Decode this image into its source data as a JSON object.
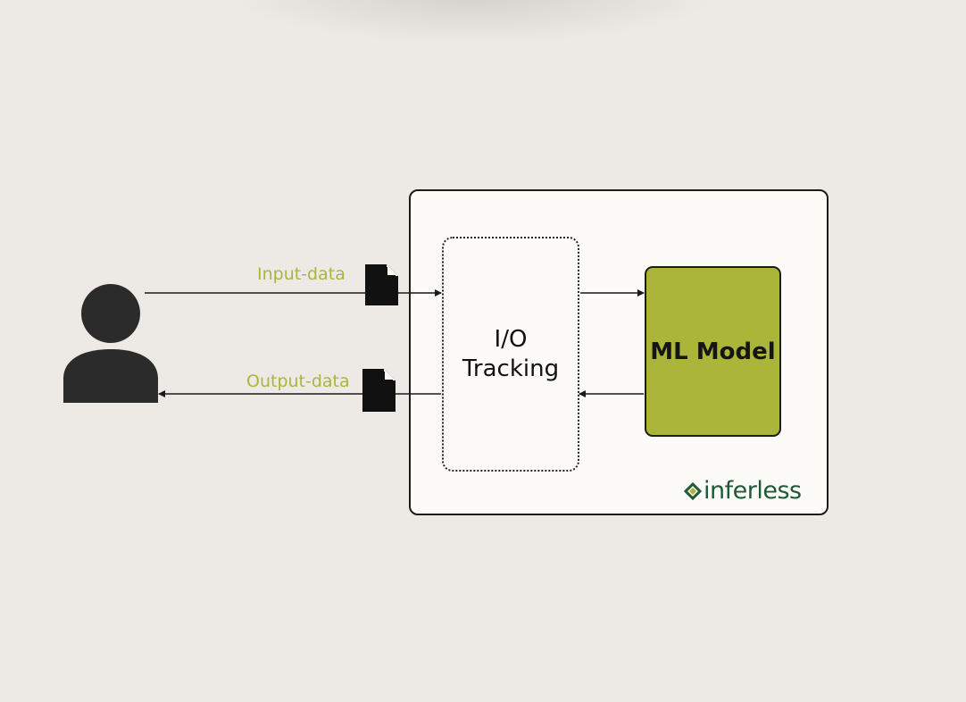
{
  "diagram": {
    "input_label": "Input-data",
    "output_label": "Output-data",
    "io_tracking": {
      "line1": "I/O",
      "line2": "Tracking"
    },
    "ml_model_label": "ML Model",
    "brand": "inferless"
  },
  "colors": {
    "background": "#edeae5",
    "frame": "#fcfbf8",
    "accent": "#aab53a",
    "brand": "#1e5a34",
    "ink": "#1b1b1b"
  },
  "icons": [
    "user-icon",
    "input-file-icon",
    "output-file-icon",
    "inferless-logo-icon"
  ]
}
